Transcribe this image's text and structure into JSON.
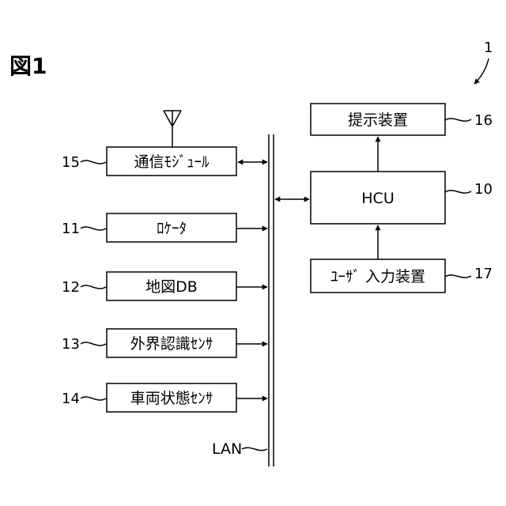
{
  "figure_label": "図1",
  "system_ref": "1",
  "bus": {
    "label": "LAN"
  },
  "blocks": {
    "comm": {
      "label": "通信ﾓｼﾞｭｰﾙ",
      "ref": "15"
    },
    "locator": {
      "label": "ﾛｹｰﾀ",
      "ref": "11"
    },
    "map_db": {
      "label": "地図DB",
      "ref": "12"
    },
    "ext_sensor": {
      "label": "外界認識ｾﾝｻ",
      "ref": "13"
    },
    "veh_sensor": {
      "label": "車両状態ｾﾝｻ",
      "ref": "14"
    },
    "presentation": {
      "label": "提示装置",
      "ref": "16"
    },
    "hcu": {
      "label": "HCU",
      "ref": "10"
    },
    "user_input": {
      "label": "ﾕｰｻﾞ 入力装置",
      "ref": "17"
    }
  }
}
